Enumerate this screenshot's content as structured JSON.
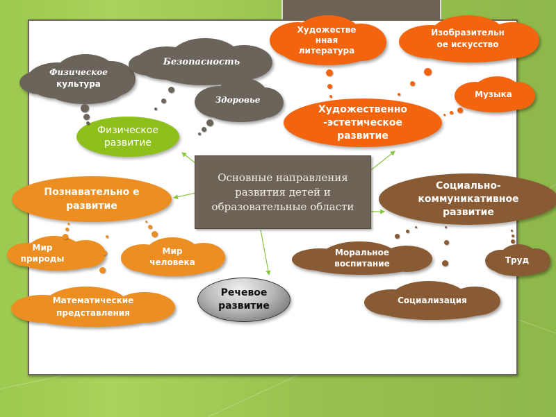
{
  "slide": {
    "colors": {
      "background": "#9cc94f",
      "frame": "#ffffff",
      "center_box": "#6d6356",
      "physical": "#8ebf1b",
      "artistic": "#f3640f",
      "cognitive": "#ec8e21",
      "social": "#895b35",
      "speech_gradient_top": "#e9e9e9",
      "speech_gradient_bottom": "#5d5d5d",
      "gray_cloud": "#6b645a",
      "connector": "#8cc63f"
    },
    "center": {
      "text": "Основные направления развития детей и образовательные области"
    },
    "areas": {
      "physical": {
        "title": "Физическое развитие",
        "clouds": [
          {
            "label_line1": "Физическое",
            "label_line2": "культура"
          },
          {
            "label": "Безопасность"
          },
          {
            "label": "Здоровье"
          }
        ]
      },
      "artistic": {
        "title": "Художественно -эстетическое развитие",
        "clouds": [
          {
            "label": "Художестве нная литература"
          },
          {
            "label": "Изобразительн ое искусство"
          },
          {
            "label": "Музыка"
          }
        ]
      },
      "cognitive": {
        "title": "Познавательно е развитие",
        "clouds": [
          {
            "label": "Мир природы"
          },
          {
            "label": "Мир человека"
          },
          {
            "label": "Математические представления"
          }
        ]
      },
      "social": {
        "title": "Социально- коммуникативное развитие",
        "clouds": [
          {
            "label": "Моральное воспитание"
          },
          {
            "label": "Социализация"
          },
          {
            "label": "Труд"
          }
        ]
      },
      "speech": {
        "title": "Речевое развитие"
      }
    }
  }
}
